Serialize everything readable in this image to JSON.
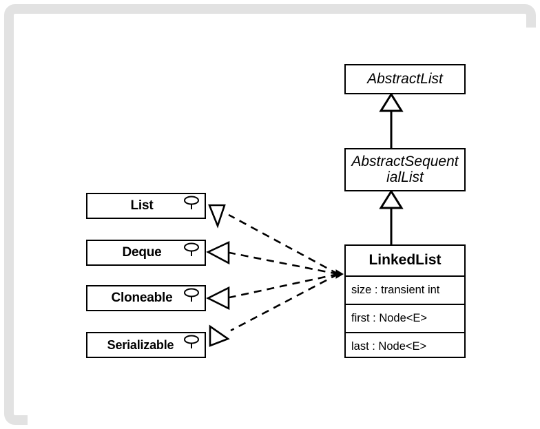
{
  "diagram": {
    "kind": "uml-class-diagram",
    "subject": "java.util.LinkedList class hierarchy",
    "colors": {
      "frame": "#e2e2e2",
      "canvas": "#ffffff",
      "stroke": "#000000",
      "fill": "#ffffff"
    }
  },
  "classes": [
    {
      "id": "abstract-list",
      "name": "AbstractList",
      "stereotype": "abstract",
      "lines": [
        "AbstractList"
      ],
      "attributes": []
    },
    {
      "id": "abstract-sequential-list",
      "name": "AbstractSequentialList",
      "stereotype": "abstract",
      "lines": [
        "AbstractSequent",
        "ialList"
      ],
      "line1": "AbstractSequent",
      "line2": "ialList",
      "attributes": []
    },
    {
      "id": "linked-list",
      "name": "LinkedList",
      "stereotype": "concrete",
      "lines": [
        "LinkedList"
      ],
      "attributes": [
        "size : transient int",
        "first : Node<E>",
        "last : Node<E>"
      ]
    }
  ],
  "interfaces": [
    {
      "id": "list",
      "name": "List",
      "icon": "lollipop-interface-icon"
    },
    {
      "id": "deque",
      "name": "Deque",
      "icon": "lollipop-interface-icon"
    },
    {
      "id": "cloneable",
      "name": "Cloneable",
      "icon": "lollipop-interface-icon"
    },
    {
      "id": "serializable",
      "name": "Serializable",
      "icon": "lollipop-interface-icon"
    }
  ],
  "relationships": [
    {
      "id": "rel-asl-al",
      "type": "generalization",
      "style": "solid",
      "from": "abstract-sequential-list",
      "to": "abstract-list",
      "arrow": "hollow-triangle"
    },
    {
      "id": "rel-ll-asl",
      "type": "generalization",
      "style": "solid",
      "from": "linked-list",
      "to": "abstract-sequential-list",
      "arrow": "hollow-triangle"
    },
    {
      "id": "rel-ll-list",
      "type": "realization",
      "style": "dashed",
      "from": "linked-list",
      "to": "list",
      "arrow": "hollow-triangle"
    },
    {
      "id": "rel-ll-deque",
      "type": "realization",
      "style": "dashed",
      "from": "linked-list",
      "to": "deque",
      "arrow": "hollow-triangle"
    },
    {
      "id": "rel-ll-clone",
      "type": "realization",
      "style": "dashed",
      "from": "linked-list",
      "to": "cloneable",
      "arrow": "hollow-triangle"
    },
    {
      "id": "rel-ll-ser",
      "type": "realization",
      "style": "dashed",
      "from": "linked-list",
      "to": "serializable",
      "arrow": "hollow-triangle"
    }
  ]
}
